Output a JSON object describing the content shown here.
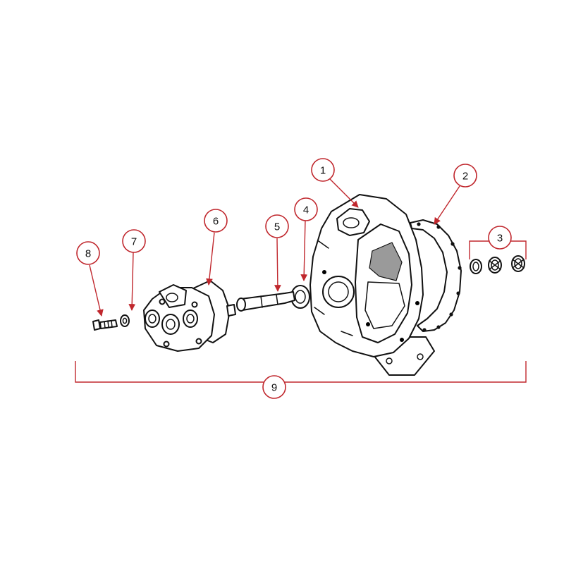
{
  "diagram": {
    "accent_color": "#c0272d",
    "line_color": "#111111",
    "callouts": [
      {
        "id": "1",
        "label": "1"
      },
      {
        "id": "2",
        "label": "2"
      },
      {
        "id": "3",
        "label": "3"
      },
      {
        "id": "4",
        "label": "4"
      },
      {
        "id": "5",
        "label": "5"
      },
      {
        "id": "6",
        "label": "6"
      },
      {
        "id": "7",
        "label": "7"
      },
      {
        "id": "8",
        "label": "8"
      },
      {
        "id": "9",
        "label": "9"
      }
    ]
  }
}
